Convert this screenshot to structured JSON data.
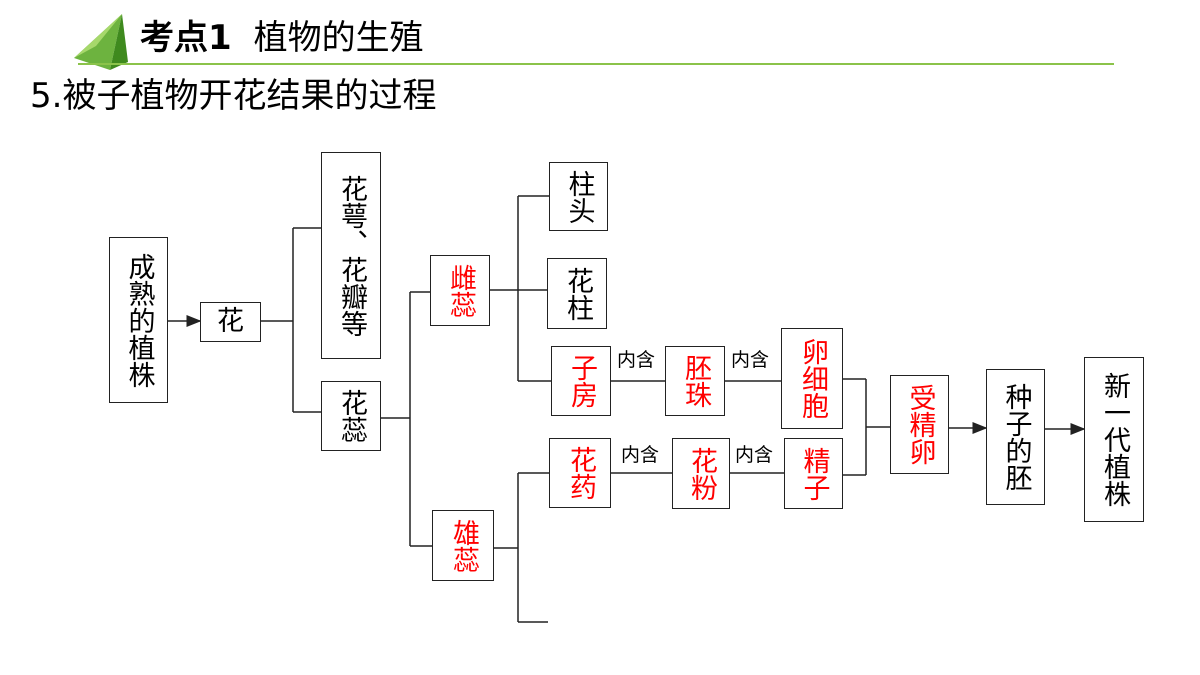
{
  "header": {
    "topic": "考点1",
    "title": "植物的生殖"
  },
  "subtitle": "5.被子植物开花结果的过程",
  "nodes": {
    "mature_plant": "成熟的植株",
    "flower": "花",
    "sepals_petals": "花萼、花瓣等",
    "stamens_pistils": "花蕊",
    "pistil": "雌蕊",
    "stamen": "雄蕊",
    "stigma": "柱头",
    "style": "花柱",
    "ovary": "子房",
    "ovule": "胚珠",
    "egg_cell": "卵细胞",
    "anther": "花药",
    "pollen": "花粉",
    "sperm": "精子",
    "fertilized_egg": "受精卵",
    "seed_embryo": "种子的胚",
    "new_plant": "新一代植株"
  },
  "edge_labels": {
    "ovary_ovule": "内含",
    "ovule_egg": "内含",
    "anther_pollen": "内含",
    "pollen_sperm": "内含"
  },
  "colors": {
    "accent_green": "#8bc34a",
    "highlight_red": "#ff0000"
  }
}
